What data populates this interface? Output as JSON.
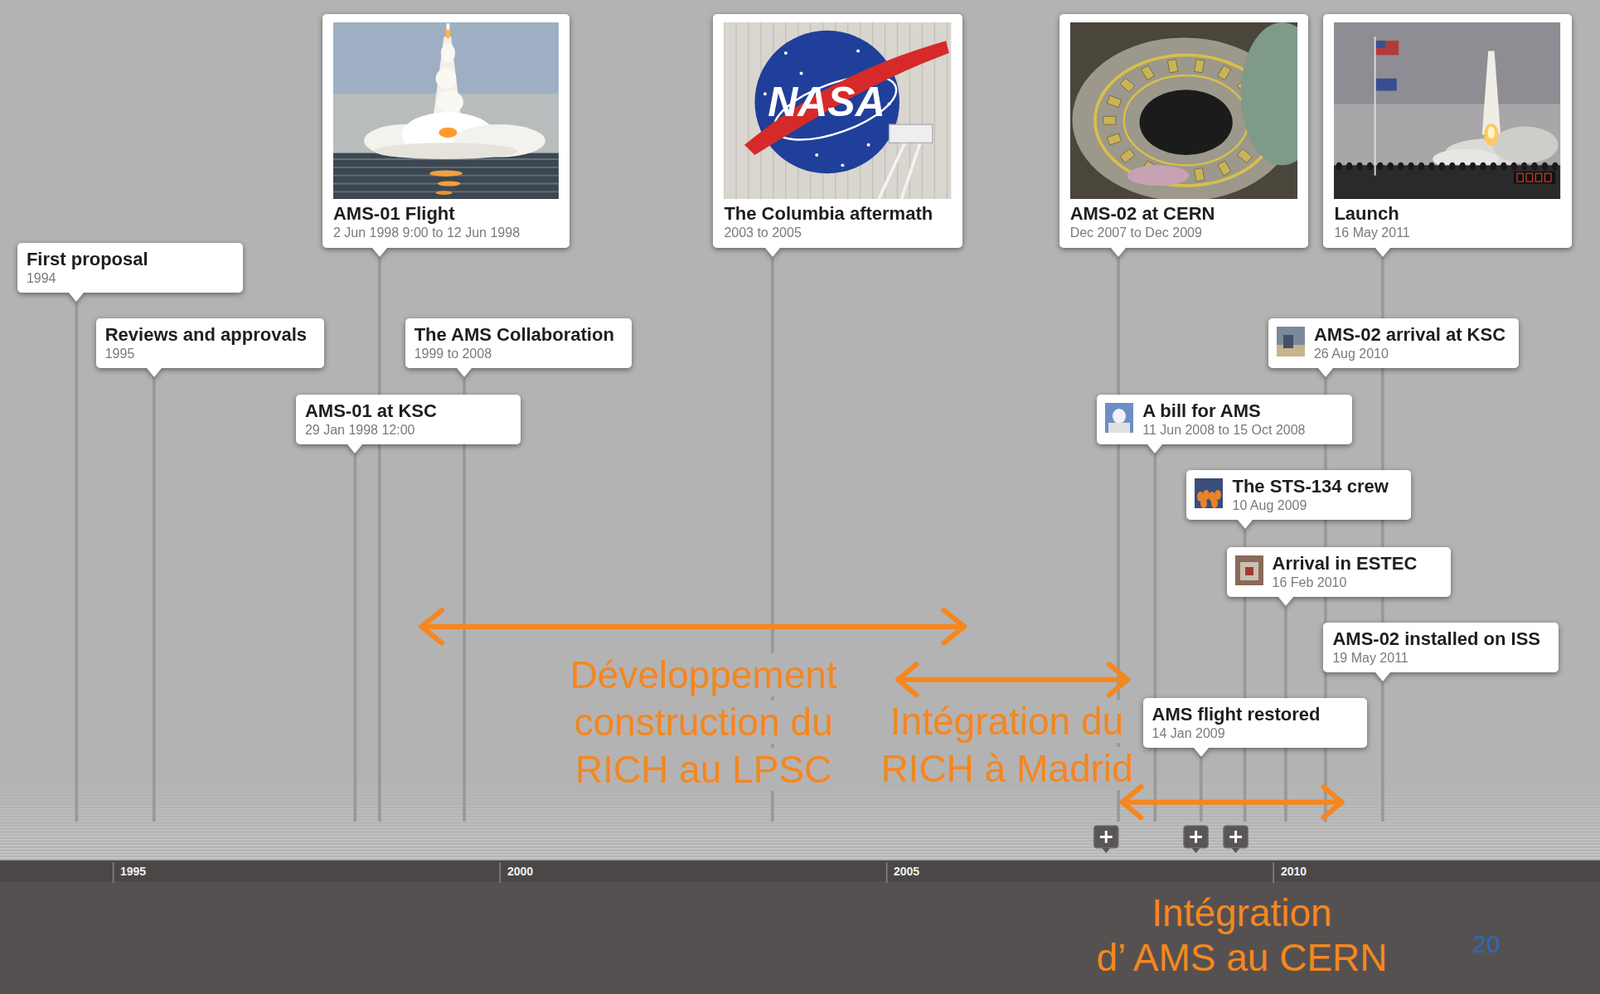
{
  "diagram": {
    "nodes": [
      {
        "text": [
          "AMS-01 Flight",
          "2 Jun 1998 9:00 to 12 Jun 1998"
        ]
      },
      {
        "text": [
          "The Columbia aftermath",
          "2003 to 2005"
        ]
      },
      {
        "text": [
          "AMS-02 at CERN",
          "Dec 2007 to Dec 2009"
        ]
      },
      {
        "text": [
          "Launch",
          "16 May 2011"
        ]
      },
      {
        "text": [
          "First proposal",
          "1994"
        ]
      },
      {
        "text": [
          "Reviews and approvals",
          "1995"
        ]
      },
      {
        "text": [
          "The AMS Collaboration",
          "1999 to 2008"
        ]
      },
      {
        "text": [
          "AMS-02 arrival at KSC",
          "26 Aug 2010"
        ]
      },
      {
        "text": [
          "AMS-01 at KSC",
          "29 Jan 1998 12:00"
        ]
      },
      {
        "text": [
          "A bill for AMS",
          "11 Jun 2008 to 15 Oct 2008"
        ]
      },
      {
        "text": [
          "The STS-134 crew",
          "10 Aug 2009"
        ]
      },
      {
        "text": [
          "Arrival in ESTEC",
          "16 Feb 2010"
        ]
      },
      {
        "text": [
          "AMS-02 installed on ISS",
          "19 May 2011"
        ]
      },
      {
        "text": [
          "AMS flight restored",
          "14 Jan 2009"
        ]
      }
    ],
    "labels": [
      "NASA",
      "Développement construction du RICH au LPSC",
      "Intégration du RICH à Madrid",
      "1995",
      "2000",
      "2005",
      "2010",
      "Intégration d’ AMS au CERN",
      "20"
    ]
  }
}
